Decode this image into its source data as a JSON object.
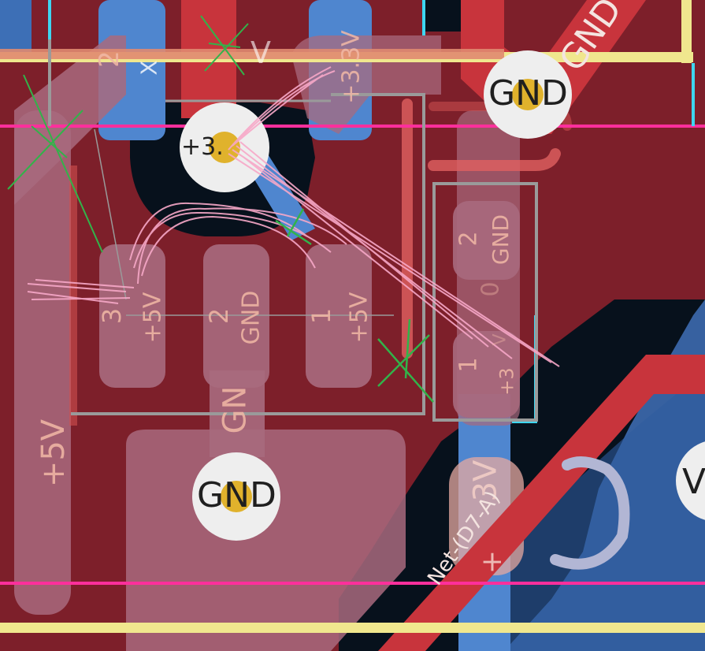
{
  "board": {
    "colors": {
      "background": "#07111c",
      "front_copper_zone": "#7d1f2a",
      "front_copper_track": "#c8343c",
      "back_copper": "#3d6fb6",
      "back_copper_pad": "#4f86cf",
      "pad_overlay": "#a86a7e",
      "silkscreen": "#f0e78e",
      "courtyard": "#ff2f9c",
      "edge_cyan": "#3ed6f0",
      "fab_outline": "#9a9a9a",
      "via_ring": "#eeeeee",
      "via_hole": "#e0b22c",
      "ratsnest_pink": "#f7a8c8",
      "drc_marker": "#32b34a"
    },
    "vias": [
      {
        "id": "via-gnd-top",
        "label": "GND"
      },
      {
        "id": "via-3v3",
        "label": "+3."
      },
      {
        "id": "via-gnd-bottom",
        "label": "GND"
      },
      {
        "id": "via-right-edge",
        "label": "V"
      }
    ],
    "pad_labels": {
      "top_left_partial": "2",
      "top_x": "X",
      "top_v": "V",
      "top_3v3": "+3.3V",
      "pad3_number": "3",
      "pad3_net": "+5V",
      "pad2_number": "2",
      "pad2_net": "GND",
      "pad1_number": "1",
      "pad1_net": "+5V",
      "left_net": "+5V",
      "gnd_partial": "GN",
      "right_pad2_number": "2",
      "right_pad2_net": "GND",
      "right_pad1_number": "1",
      "right_pad1_net": "+3",
      "right_3v": "3V",
      "right_plus": "+",
      "hidden_digit": "0",
      "hidden_v": "V"
    },
    "track_labels": {
      "gnd_track": "GND",
      "net_d7": "Net-(D7-A)"
    }
  }
}
